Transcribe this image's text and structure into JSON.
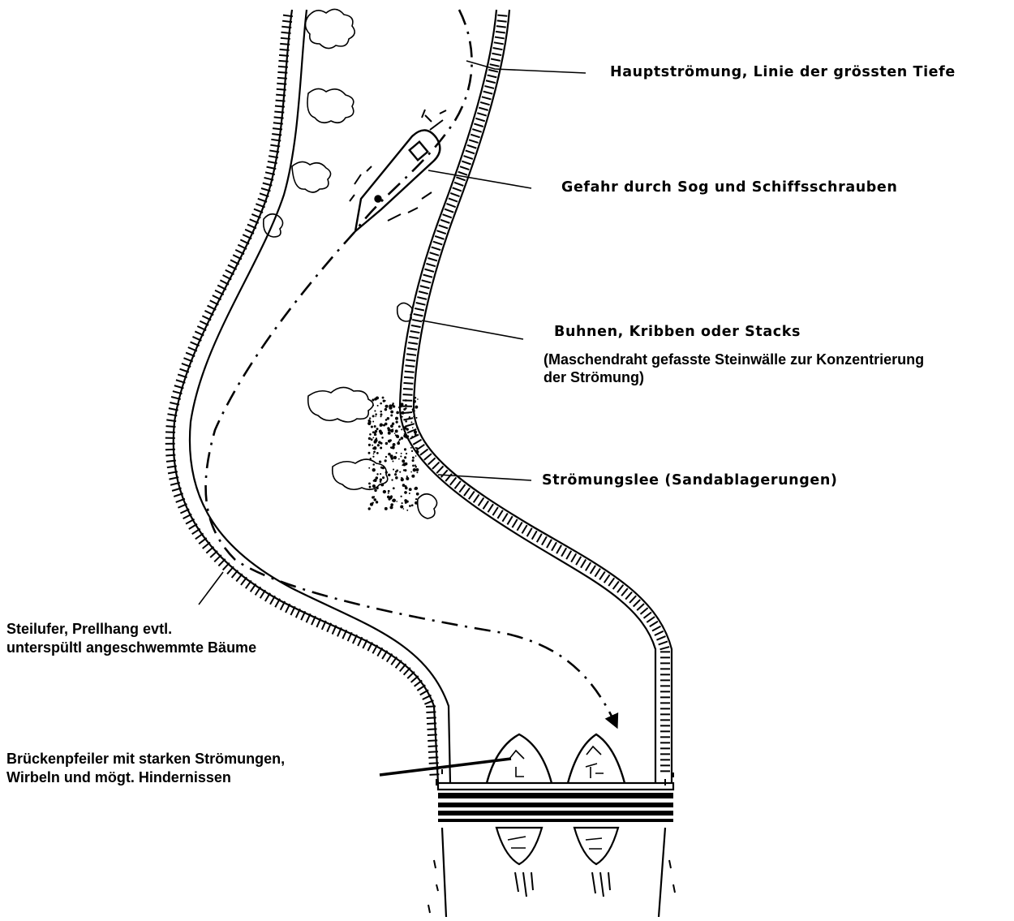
{
  "labels": {
    "main_current": "Hauptströmung, Linie der grössten Tiefe",
    "suction_danger": "Gefahr durch Sog und Schiffsschrauben",
    "groynes_title": "Buhnen, Kribben oder Stacks",
    "groynes_desc_1": "(Maschendraht gefasste Steinwälle zur Konzentrierung",
    "groynes_desc_2": "der Strömung)",
    "lee": "Strömungslee (Sandablagerungen)",
    "steep_bank_1": "Steilufer, Prellhang evtl.",
    "steep_bank_2": "unterspültl angeschwemmte Bäume",
    "bridge_1": "Brückenpfeiler mit starken Strömungen,",
    "bridge_2": "Wirbeln und mögt. Hindernissen"
  },
  "colors": {
    "ink": "#000000",
    "paper": "#ffffff"
  }
}
